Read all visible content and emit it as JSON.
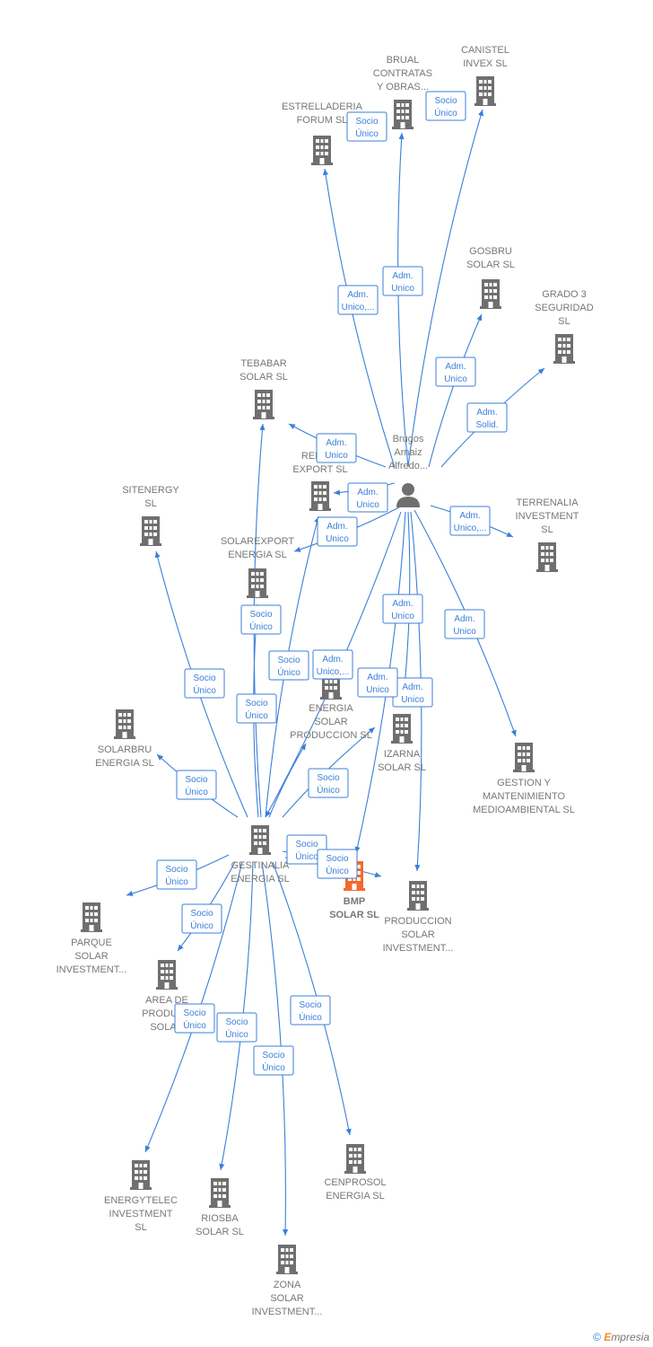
{
  "colors": {
    "edge": "#3b7fd9",
    "node": "#6f6f6f",
    "focus": "#f26a2e",
    "label": "#777777"
  },
  "nodes": [
    {
      "id": "canistel",
      "type": "company",
      "label": [
        "CANISTEL",
        "INVEX  SL"
      ]
    },
    {
      "id": "brual",
      "type": "company",
      "label": [
        "BRUAL",
        "CONTRATAS",
        "Y OBRAS..."
      ]
    },
    {
      "id": "estrelladeria",
      "type": "company",
      "label": [
        "ESTRELLADERIA",
        "FORUM  SL"
      ]
    },
    {
      "id": "gosbru",
      "type": "company",
      "label": [
        "GOSBRU",
        "SOLAR  SL"
      ]
    },
    {
      "id": "grado3",
      "type": "company",
      "label": [
        "GRADO 3",
        "SEGURIDAD",
        "SL"
      ]
    },
    {
      "id": "tebabar",
      "type": "company",
      "label": [
        "TEBABAR",
        "SOLAR  SL"
      ]
    },
    {
      "id": "brugos",
      "type": "person",
      "label": [
        "Brugos",
        "Arnaiz",
        "Alfredo..."
      ]
    },
    {
      "id": "renow",
      "type": "company",
      "label": [
        "RENOW",
        "EXPORT  SL"
      ]
    },
    {
      "id": "sitenergy",
      "type": "company",
      "label": [
        "SITENERGY",
        "SL"
      ]
    },
    {
      "id": "terrenalia",
      "type": "company",
      "label": [
        "TERRENALIA",
        "INVESTMENT",
        "SL"
      ]
    },
    {
      "id": "solarexport",
      "type": "company",
      "label": [
        "SOLAREXPORT",
        "ENERGIA  SL"
      ]
    },
    {
      "id": "energiasolar",
      "type": "company",
      "label": [
        "ENERGIA",
        "SOLAR",
        "PRODUCCION SL"
      ]
    },
    {
      "id": "solarbru",
      "type": "company",
      "label": [
        "SOLARBRU",
        "ENERGIA  SL"
      ]
    },
    {
      "id": "izarna",
      "type": "company",
      "label": [
        "IZARNA",
        "SOLAR  SL"
      ]
    },
    {
      "id": "gestion",
      "type": "company",
      "label": [
        "GESTION Y",
        "MANTENIMIENTO",
        "MEDIOAMBIENTAL SL"
      ]
    },
    {
      "id": "gestinalia",
      "type": "company",
      "label": [
        "GESTINALIA",
        "ENERGIA  SL"
      ]
    },
    {
      "id": "bmp",
      "type": "focus",
      "label": [
        "BMP",
        "SOLAR  SL"
      ]
    },
    {
      "id": "produccion",
      "type": "company",
      "label": [
        "PRODUCCION",
        "SOLAR",
        "INVESTMENT..."
      ]
    },
    {
      "id": "parque",
      "type": "company",
      "label": [
        "PARQUE",
        "SOLAR",
        "INVESTMENT..."
      ]
    },
    {
      "id": "areade",
      "type": "company",
      "label": [
        "AREA DE",
        "PRODUCC",
        "SOLAR"
      ]
    },
    {
      "id": "energytelec",
      "type": "company",
      "label": [
        "ENERGYTELEC",
        "INVESTMENT",
        "SL"
      ]
    },
    {
      "id": "riosba",
      "type": "company",
      "label": [
        "RIOSBA",
        "SOLAR  SL"
      ]
    },
    {
      "id": "zona",
      "type": "company",
      "label": [
        "ZONA",
        "SOLAR",
        "INVESTMENT..."
      ]
    },
    {
      "id": "cenprosol",
      "type": "company",
      "label": [
        "CENPROSOL",
        "ENERGIA  SL"
      ]
    }
  ],
  "edges": [
    {
      "from": "brugos",
      "to": "canistel",
      "label": [
        "Socio",
        "Único"
      ]
    },
    {
      "from": "brugos",
      "to": "brual",
      "label": [
        "Adm.",
        "Unico"
      ]
    },
    {
      "from": "brugos",
      "to": "estrelladeria",
      "label": [
        "Adm.",
        "Unico,..."
      ]
    },
    {
      "from": "brugos",
      "to": "gosbru",
      "label": [
        "Adm.",
        "Unico"
      ]
    },
    {
      "from": "brugos",
      "to": "grado3",
      "label": [
        "Adm.",
        "Solid."
      ]
    },
    {
      "from": "brugos",
      "to": "tebabar",
      "label": [
        "Adm.",
        "Unico"
      ]
    },
    {
      "from": "brugos",
      "to": "renow",
      "label": [
        "Adm.",
        "Unico"
      ]
    },
    {
      "from": "brugos",
      "to": "solarexport",
      "label": [
        "Adm.",
        "Unico"
      ]
    },
    {
      "from": "brugos",
      "to": "terrenalia",
      "label": [
        "Adm.",
        "Unico,..."
      ]
    },
    {
      "from": "brugos",
      "to": "gestion",
      "label": [
        "Adm.",
        "Unico"
      ]
    },
    {
      "from": "brugos",
      "to": "izarna",
      "label": [
        "Adm.",
        "Unico"
      ]
    },
    {
      "from": "brugos",
      "to": "produccion",
      "label": [
        "Adm.",
        "Unico"
      ]
    },
    {
      "from": "brugos",
      "to": "bmp",
      "label": [
        "Adm.",
        "Unico"
      ]
    },
    {
      "from": "brugos",
      "to": "gestinalia",
      "label": [
        "Adm.",
        "Unico,..."
      ]
    },
    {
      "from": "gestinalia",
      "to": "tebabar",
      "label": [
        "Socio",
        "Único"
      ]
    },
    {
      "from": "gestinalia",
      "to": "renow",
      "label": [
        "Socio",
        "Único"
      ]
    },
    {
      "from": "gestinalia",
      "to": "sitenergy",
      "label": [
        "Socio",
        "Único"
      ]
    },
    {
      "from": "gestinalia",
      "to": "solarexport",
      "label": [
        "Socio",
        "Único"
      ]
    },
    {
      "from": "gestinalia",
      "to": "energiasolar",
      "label": [
        "Socio",
        "Único"
      ]
    },
    {
      "from": "gestinalia",
      "to": "solarbru",
      "label": [
        "Socio",
        "Único"
      ]
    },
    {
      "from": "gestinalia",
      "to": "izarna",
      "label": [
        "Socio",
        "Único"
      ]
    },
    {
      "from": "gestinalia",
      "to": "bmp",
      "label": [
        "Socio",
        "Único"
      ]
    },
    {
      "from": "gestinalia",
      "to": "produccion",
      "label": [
        "Socio",
        "Único"
      ]
    },
    {
      "from": "gestinalia",
      "to": "parque",
      "label": [
        "Socio",
        "Único"
      ]
    },
    {
      "from": "gestinalia",
      "to": "areade",
      "label": [
        "Socio",
        "Único"
      ]
    },
    {
      "from": "gestinalia",
      "to": "energytelec",
      "label": [
        "Socio",
        "Único"
      ]
    },
    {
      "from": "gestinalia",
      "to": "riosba",
      "label": [
        "Socio",
        "Único"
      ]
    },
    {
      "from": "gestinalia",
      "to": "zona",
      "label": [
        "Socio",
        "Único"
      ]
    },
    {
      "from": "gestinalia",
      "to": "cenprosol",
      "label": [
        "Socio",
        "Único"
      ]
    },
    {
      "from": "brual",
      "to": "estrelladeria",
      "label": [
        "Socio",
        "Único"
      ]
    }
  ],
  "footer": {
    "copyright": "©",
    "brand_first": "E",
    "brand_rest": "mpresia"
  }
}
